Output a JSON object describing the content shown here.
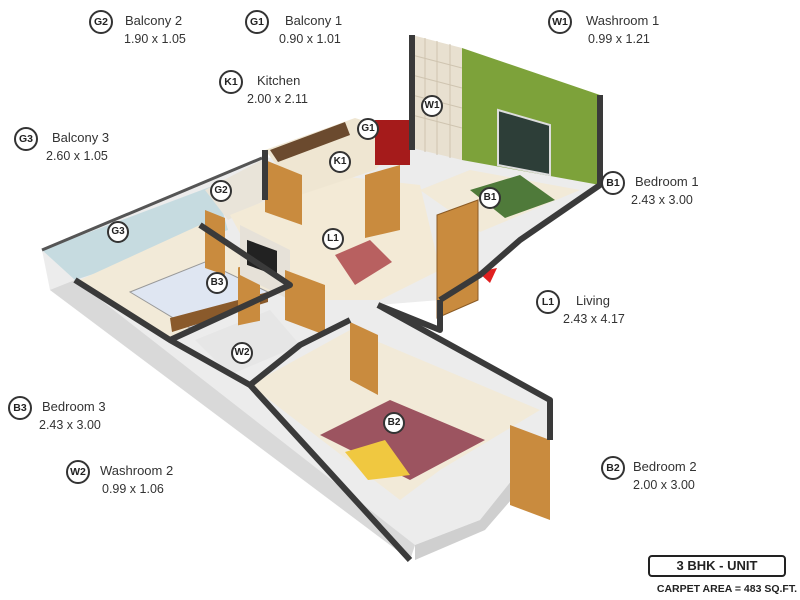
{
  "legend": [
    {
      "code": "G2",
      "name": "Balcony 2",
      "dim": "1.90 x 1.05"
    },
    {
      "code": "G1",
      "name": "Balcony 1",
      "dim": "0.90 x 1.01"
    },
    {
      "code": "W1",
      "name": "Washroom 1",
      "dim": "0.99 x 1.21"
    },
    {
      "code": "K1",
      "name": "Kitchen",
      "dim": "2.00 x 2.11"
    },
    {
      "code": "G3",
      "name": "Balcony 3",
      "dim": "2.60 x 1.05"
    },
    {
      "code": "B1",
      "name": "Bedroom 1",
      "dim": "2.43 x 3.00"
    },
    {
      "code": "L1",
      "name": "Living",
      "dim": "2.43 x 4.17"
    },
    {
      "code": "B3",
      "name": "Bedroom 3",
      "dim": "2.43 x 3.00"
    },
    {
      "code": "W2",
      "name": "Washroom 2",
      "dim": "0.99 x 1.06"
    },
    {
      "code": "B2",
      "name": "Bedroom 2",
      "dim": "2.00 x 3.00"
    }
  ],
  "tags": [
    "W1",
    "G1",
    "K1",
    "G2",
    "B1",
    "G3",
    "L1",
    "B3",
    "W2",
    "B2"
  ],
  "unit_type": "3 BHK - UNIT",
  "carpet_area": "CARPET AREA = 483 SQ.FT.",
  "colors": {
    "wall": "#3a3a3a",
    "floor": "#f3ead6",
    "wood": "#c98b3e",
    "green_wall": "#7da23a",
    "entry_arrow": "#e02020"
  }
}
